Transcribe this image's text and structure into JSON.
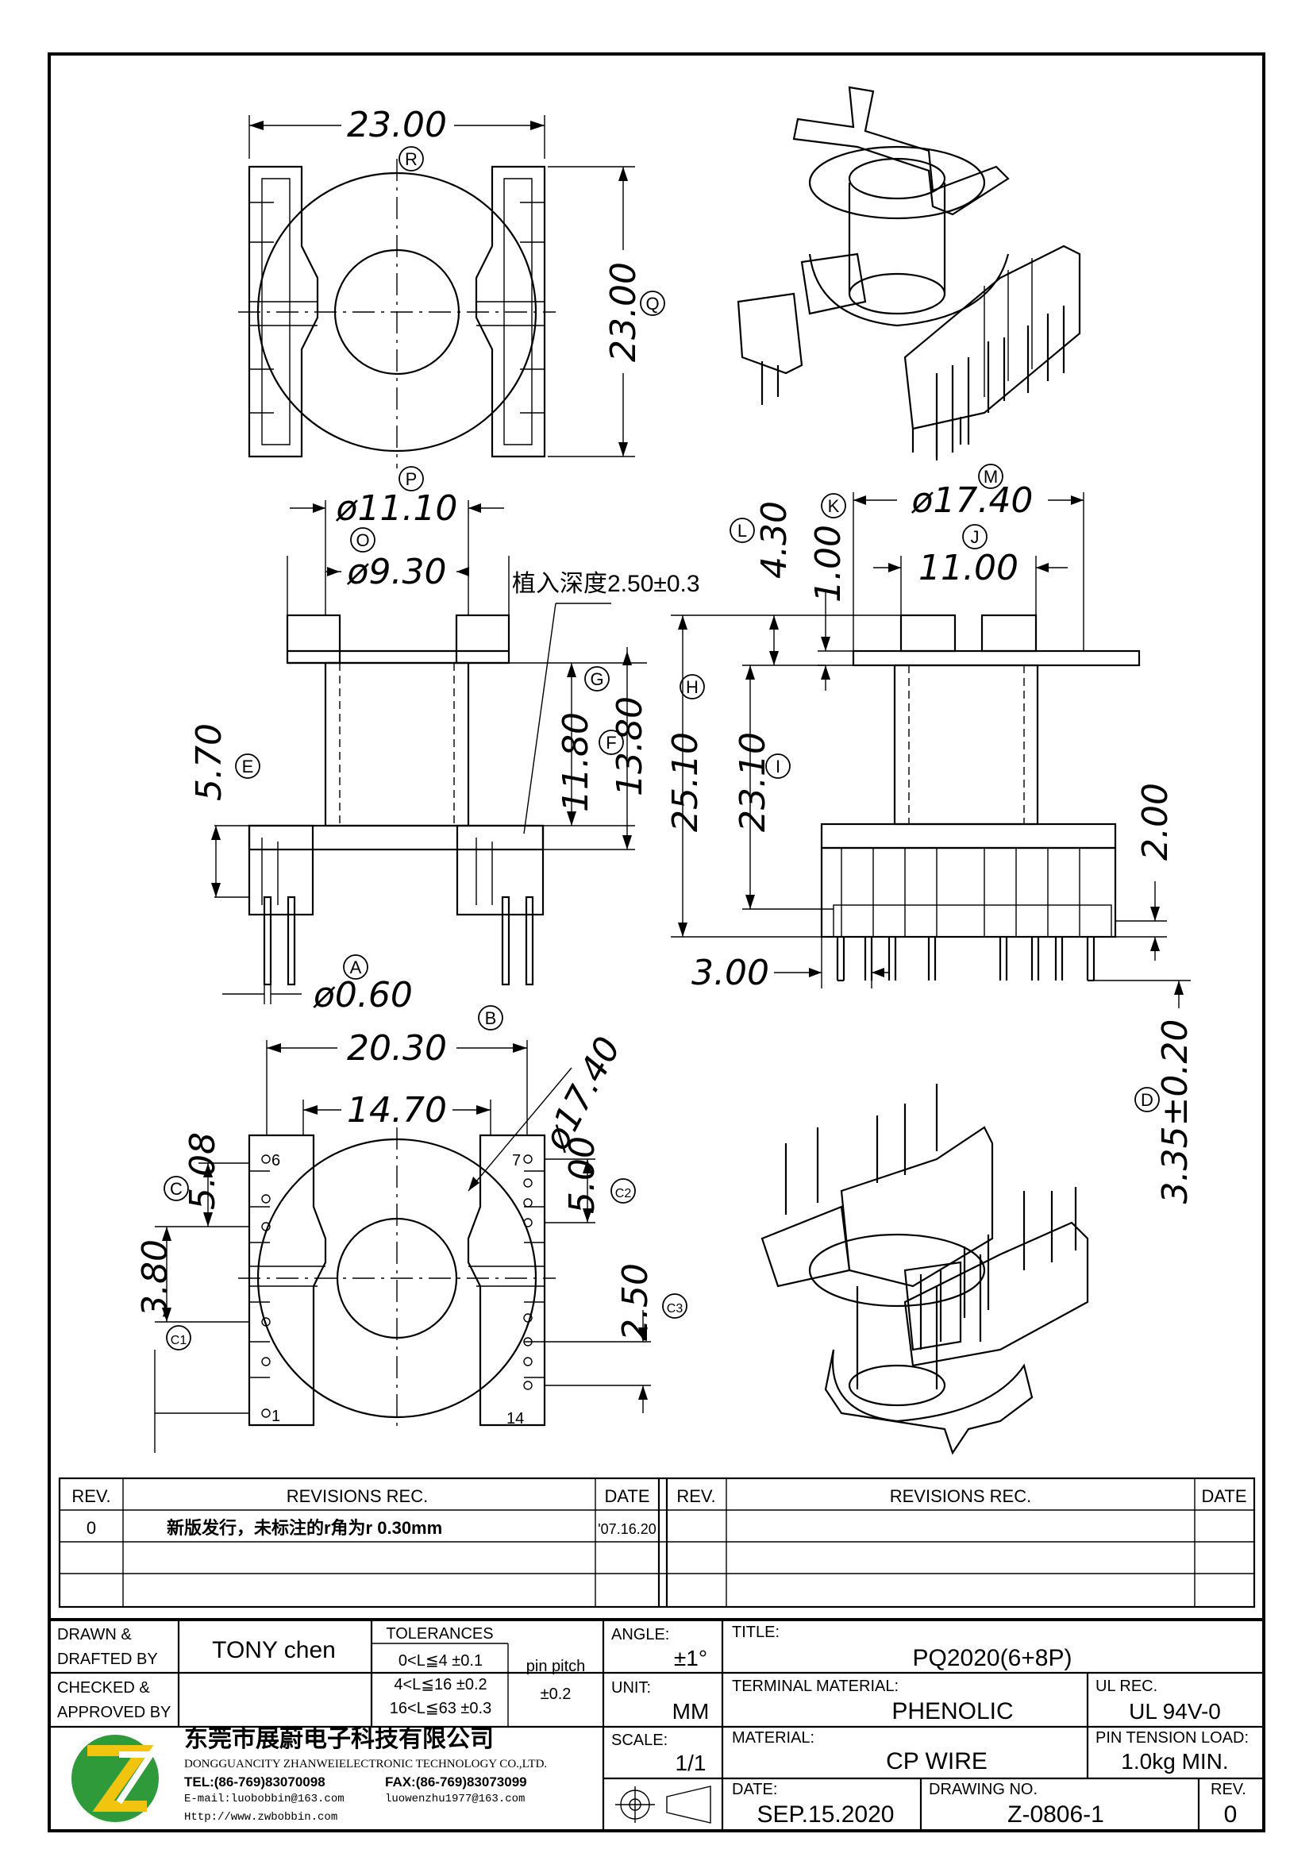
{
  "dimensions": {
    "top_width": "23.00",
    "top_height": "23.00",
    "flange_dia": "ø11.10",
    "core_dia": "ø9.30",
    "insert_depth": "植入深度2.50±0.3",
    "outer_dia": "ø17.40",
    "k_dim": "1.00",
    "l_dim": "4.30",
    "j_dim": "11.00",
    "g_dim": "11.80",
    "f_dim": "13.80",
    "h_dim": "25.10",
    "i_dim": "23.10",
    "e_dim": "5.70",
    "side_pin_len": "2.00",
    "pin_dia": "ø0.60",
    "pin_offset": "3.00",
    "bottom_width": "20.30",
    "inner_width": "14.70",
    "bottom_dia": "ø17.40",
    "c_dim": "5.08",
    "c1_dim": "3.80",
    "c2_dim": "5.00",
    "c3_dim": "2.50",
    "d_dim": "3.35±0.20"
  },
  "balloons": [
    "R",
    "Q",
    "P",
    "O",
    "L",
    "K",
    "M",
    "J",
    "G",
    "H",
    "F",
    "I",
    "E",
    "A",
    "B",
    "C",
    "C1",
    "C2",
    "C3",
    "D"
  ],
  "pins": {
    "p6": "6",
    "p7": "7",
    "p1": "1",
    "p14": "14"
  },
  "revisions": {
    "header": {
      "rev": "REV.",
      "revisions": "REVISIONS   REC.",
      "date": "DATE"
    },
    "rows": [
      {
        "rev": "0",
        "text": "新版发行，未标注的r角为r 0.30mm",
        "date": "'07.16.20"
      }
    ]
  },
  "title_block": {
    "drawn_label": "DRAWN &\nDRAFTED BY",
    "drawn_by": "TONY chen",
    "checked_label": "CHECKED &\nAPPROVED BY",
    "tolerances_label": "TOLERANCES",
    "tol_rows": [
      "0<L≦4   ±0.1",
      "4<L≦16  ±0.2",
      "16<L≦63  ±0.3"
    ],
    "pin_pitch_label": "pin pitch",
    "pin_pitch_tol": "±0.2",
    "angle_label": "ANGLE:",
    "angle_value": "±1°",
    "unit_label": "UNIT:",
    "unit_value": "MM",
    "scale_label": "SCALE:",
    "scale_value": "1/1",
    "title_label": "TITLE:",
    "title_value": "PQ2020(6+8P)",
    "terminal_label": "TERMINAL MATERIAL:",
    "terminal_value": "PHENOLIC",
    "ul_label": "UL REC.",
    "ul_value": "UL 94V-0",
    "material_label": "MATERIAL:",
    "material_value": "CP WIRE",
    "pin_tension_label": "PIN TENSION LOAD:",
    "pin_tension_value": "1.0kg  MIN.",
    "date_label": "DATE:",
    "date_value": "SEP.15.2020",
    "drawing_no_label": "DRAWING NO.",
    "drawing_no_value": "Z-0806-1",
    "rev_label": "REV.",
    "rev_value": "0"
  },
  "company": {
    "name_cn": "东莞市展蔚电子科技有限公司",
    "name_en": "DONGGUANCITY ZHANWEIELECTRONIC TECHNOLOGY CO.,LTD.",
    "tel": "TEL:(86-769)83070098",
    "fax": "FAX:(86-769)83073099",
    "email": "E-mail:luobobbin@163.com",
    "email2": "luowenzhu1977@163.com",
    "web": "Http://www.zwbobbin.com"
  },
  "colors": {
    "logo_green": "#2e9a3a",
    "logo_yellow": "#f1c40f",
    "line": "#000000"
  }
}
